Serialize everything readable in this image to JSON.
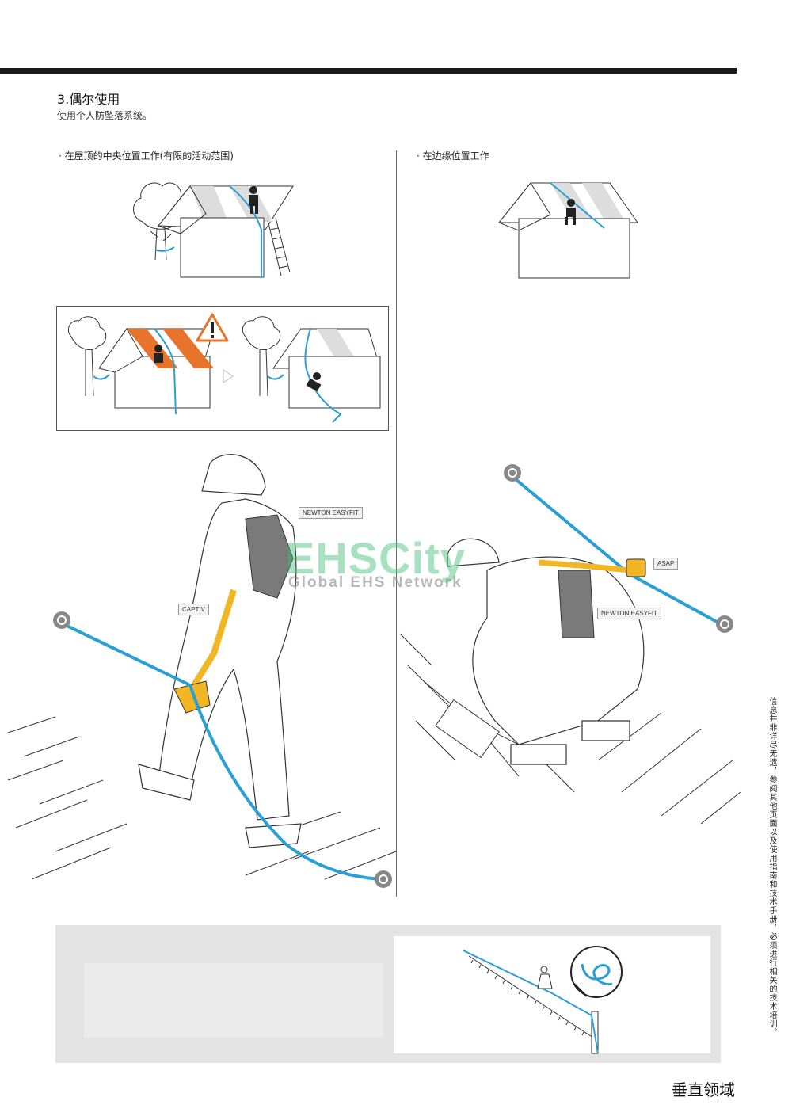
{
  "section": {
    "title": "3.偶尔使用",
    "subtitle": "使用个人防坠落系统。"
  },
  "left_column": {
    "bullet": "·  在屋顶的中央位置工作(有限的活动范围)"
  },
  "right_column": {
    "bullet": "·  在边缘位置工作"
  },
  "labels": {
    "left_newton": "NEWTON EASYFIT",
    "captiv": "CAPTIV",
    "asap": "ASAP",
    "right_newton": "NEWTON EASYFIT"
  },
  "watermark": {
    "main": "EHSCity",
    "sub": "Global EHS Network"
  },
  "side_note": "信息并非详尽无遗，参阅其他页面以及使用指南和技术手册，必须进行相关的技术培训。",
  "footer": "垂直领域",
  "colors": {
    "rope": "#2a9fd6",
    "hazard": "#e8732a",
    "device": "#f2b625",
    "text": "#222222"
  },
  "icons": [
    "warning-triangle-icon",
    "play-arrow-icon",
    "anchor-icon"
  ]
}
